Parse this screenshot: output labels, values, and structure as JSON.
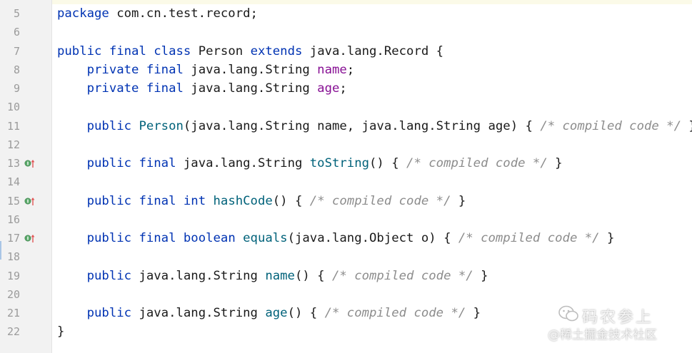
{
  "editor": {
    "lines": [
      {
        "num": "5",
        "tokens": [
          [
            "kw",
            "package "
          ],
          [
            "",
            "com.cn.test.record;"
          ]
        ]
      },
      {
        "num": "6",
        "tokens": []
      },
      {
        "num": "7",
        "tokens": [
          [
            "kw",
            "public "
          ],
          [
            "kw",
            "final "
          ],
          [
            "kw",
            "class "
          ],
          [
            "",
            "Person "
          ],
          [
            "kw",
            "extends "
          ],
          [
            "",
            "java.lang.Record {"
          ]
        ]
      },
      {
        "num": "8",
        "tokens": [
          [
            "",
            "    "
          ],
          [
            "kw",
            "private "
          ],
          [
            "kw",
            "final "
          ],
          [
            "",
            "java.lang.String "
          ],
          [
            "fld",
            "name"
          ],
          [
            "",
            ";"
          ]
        ]
      },
      {
        "num": "9",
        "tokens": [
          [
            "",
            "    "
          ],
          [
            "kw",
            "private "
          ],
          [
            "kw",
            "final "
          ],
          [
            "",
            "java.lang.String "
          ],
          [
            "fld",
            "age"
          ],
          [
            "",
            ";"
          ]
        ]
      },
      {
        "num": "10",
        "tokens": []
      },
      {
        "num": "11",
        "tokens": [
          [
            "",
            "    "
          ],
          [
            "kw",
            "public "
          ],
          [
            "fn",
            "Person"
          ],
          [
            "",
            "(java.lang.String name, java.lang.String age) { "
          ],
          [
            "cm",
            "/* compiled code */"
          ],
          [
            "",
            " }"
          ]
        ]
      },
      {
        "num": "12",
        "tokens": []
      },
      {
        "num": "13",
        "icon": "override-method-icon",
        "tokens": [
          [
            "",
            "    "
          ],
          [
            "kw",
            "public "
          ],
          [
            "kw",
            "final "
          ],
          [
            "",
            "java.lang.String "
          ],
          [
            "fn",
            "toString"
          ],
          [
            "",
            "() { "
          ],
          [
            "cm",
            "/* compiled code */"
          ],
          [
            "",
            " }"
          ]
        ]
      },
      {
        "num": "14",
        "tokens": []
      },
      {
        "num": "15",
        "icon": "override-method-icon",
        "tokens": [
          [
            "",
            "    "
          ],
          [
            "kw",
            "public "
          ],
          [
            "kw",
            "final "
          ],
          [
            "kw",
            "int "
          ],
          [
            "fn",
            "hashCode"
          ],
          [
            "",
            "() { "
          ],
          [
            "cm",
            "/* compiled code */"
          ],
          [
            "",
            " }"
          ]
        ]
      },
      {
        "num": "16",
        "tokens": []
      },
      {
        "num": "17",
        "icon": "override-method-icon",
        "tokens": [
          [
            "",
            "    "
          ],
          [
            "kw",
            "public "
          ],
          [
            "kw",
            "final "
          ],
          [
            "kw",
            "boolean "
          ],
          [
            "fn",
            "equals"
          ],
          [
            "",
            "(java.lang.Object o) { "
          ],
          [
            "cm",
            "/* compiled code */"
          ],
          [
            "",
            " }"
          ]
        ]
      },
      {
        "num": "18",
        "tokens": []
      },
      {
        "num": "19",
        "tokens": [
          [
            "",
            "    "
          ],
          [
            "kw",
            "public "
          ],
          [
            "",
            "java.lang.String "
          ],
          [
            "fn",
            "name"
          ],
          [
            "",
            "() { "
          ],
          [
            "cm",
            "/* compiled code */"
          ],
          [
            "",
            " }"
          ]
        ]
      },
      {
        "num": "20",
        "tokens": []
      },
      {
        "num": "21",
        "tokens": [
          [
            "",
            "    "
          ],
          [
            "kw",
            "public "
          ],
          [
            "",
            "java.lang.String "
          ],
          [
            "fn",
            "age"
          ],
          [
            "",
            "() { "
          ],
          [
            "cm",
            "/* compiled code */"
          ],
          [
            "",
            " }"
          ]
        ]
      },
      {
        "num": "22",
        "tokens": [
          [
            "",
            "}"
          ]
        ]
      }
    ]
  },
  "watermark": {
    "title": "码农参上",
    "subtitle": "@稀土掘金技术社区"
  },
  "colors": {
    "keyword": "#0033b3",
    "field": "#871094",
    "method": "#00627a",
    "comment": "#8c8c8c",
    "gutter_bg": "#f2f2f2"
  }
}
